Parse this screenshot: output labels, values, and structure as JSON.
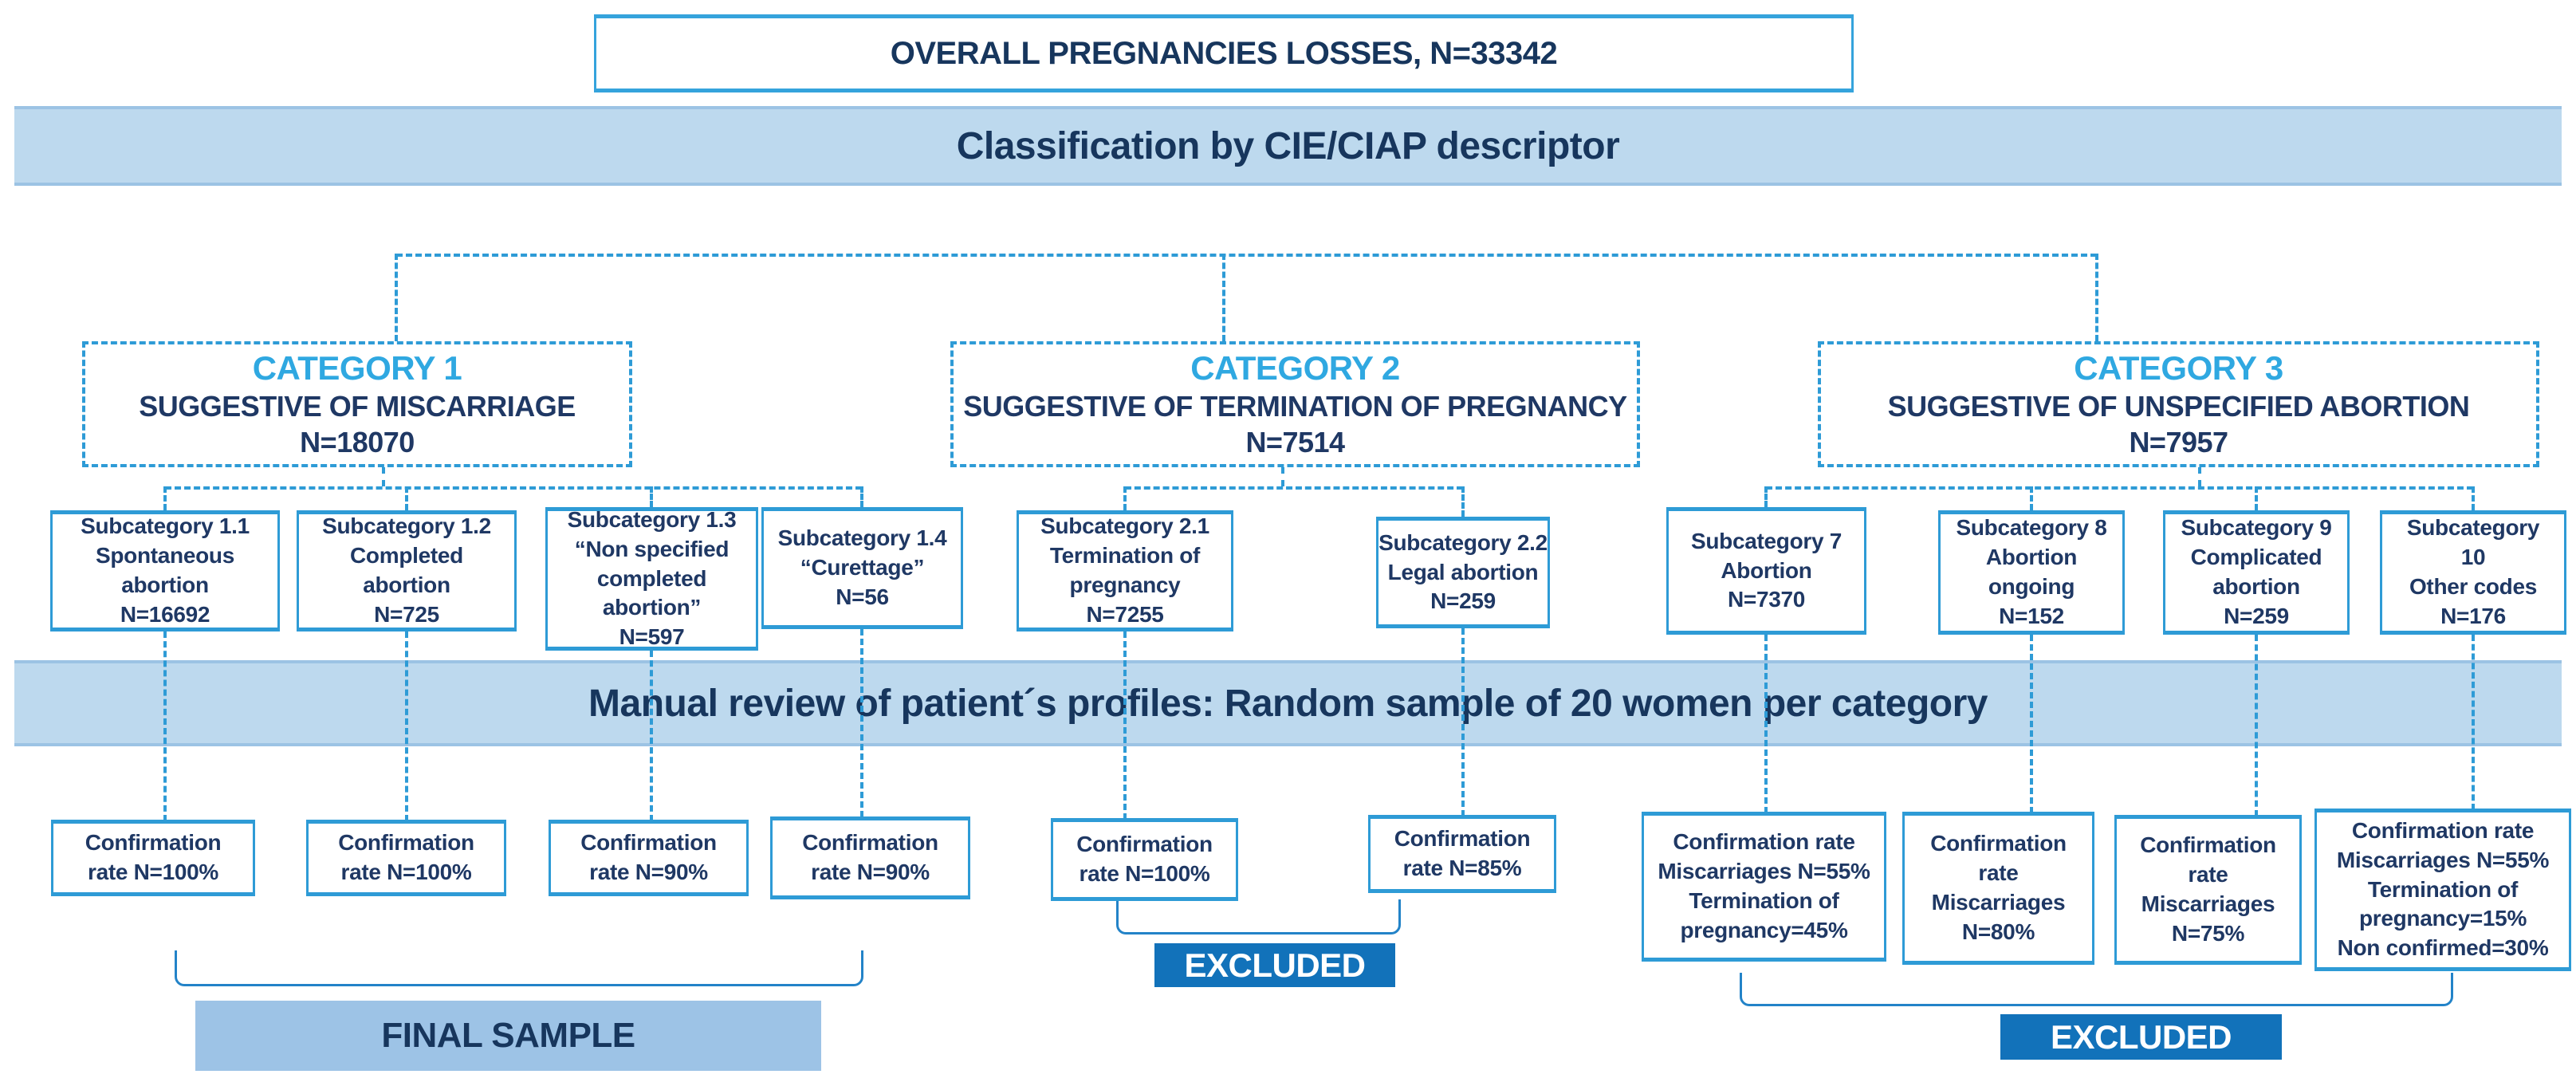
{
  "diagram": {
    "title": "OVERALL PREGNANCIES LOSSES, N=33342",
    "banner_classification": "Classification by CIE/CIAP descriptor",
    "banner_manual_review": "Manual review of patient´s profiles: Random sample of 20 women per category",
    "final_sample_label": "FINAL SAMPLE",
    "excluded_label_cat2": "EXCLUDED",
    "excluded_label_cat3": "EXCLUDED"
  },
  "categories": [
    {
      "name": "CATEGORY 1",
      "subtitle": "SUGGESTIVE OF MISCARRIAGE",
      "n": "N=18070"
    },
    {
      "name": "CATEGORY 2",
      "subtitle": "SUGGESTIVE OF TERMINATION OF PREGNANCY",
      "n": "N=7514"
    },
    {
      "name": "CATEGORY 3",
      "subtitle": "SUGGESTIVE OF UNSPECIFIED ABORTION",
      "n": "N=7957"
    }
  ],
  "subcategories": [
    {
      "text": "Subcategory 1.1\nSpontaneous\nabortion\nN=16692"
    },
    {
      "text": "Subcategory 1.2\nCompleted\nabortion\nN=725"
    },
    {
      "text": "Subcategory 1.3\n“Non specified\ncompleted\nabortion”\nN=597"
    },
    {
      "text": "Subcategory 1.4\n“Curettage”\nN=56"
    },
    {
      "text": "Subcategory 2.1\nTermination of\npregnancy\nN=7255"
    },
    {
      "text": "Subcategory 2.2\nLegal abortion\nN=259"
    },
    {
      "text": "Subcategory 7\nAbortion\nN=7370"
    },
    {
      "text": "Subcategory 8\nAbortion\nongoing\nN=152"
    },
    {
      "text": "Subcategory 9\nComplicated\nabortion\nN=259"
    },
    {
      "text": "Subcategory\n10\nOther codes\nN=176"
    }
  ],
  "confirmations": [
    {
      "text": "Confirmation\nrate N=100%"
    },
    {
      "text": "Confirmation\nrate N=100%"
    },
    {
      "text": "Confirmation\nrate N=90%"
    },
    {
      "text": "Confirmation\nrate N=90%"
    },
    {
      "text": "Confirmation\nrate N=100%"
    },
    {
      "text": "Confirmation\nrate N=85%"
    },
    {
      "text": "Confirmation rate\nMiscarriages N=55%\nTermination of\npregnancy=45%"
    },
    {
      "text": "Confirmation\nrate\nMiscarriages\nN=80%"
    },
    {
      "text": "Confirmation\nrate\nMiscarriages\nN=75%"
    },
    {
      "text": "Confirmation rate\nMiscarriages N=55%\nTermination of\npregnancy=15%\nNon confirmed=30%"
    }
  ],
  "colors": {
    "navy_text": "#1F3864",
    "category_header_blue": "#2FA8E1",
    "box_border_blue": "#2E9BD6",
    "dashed_line_blue": "#2E9BD6",
    "banner_bg": "#BDD9EE",
    "banner_edge": "#9CC3E4",
    "final_sample_bg": "#9DC3E6",
    "excluded_bg": "#1272BA"
  }
}
